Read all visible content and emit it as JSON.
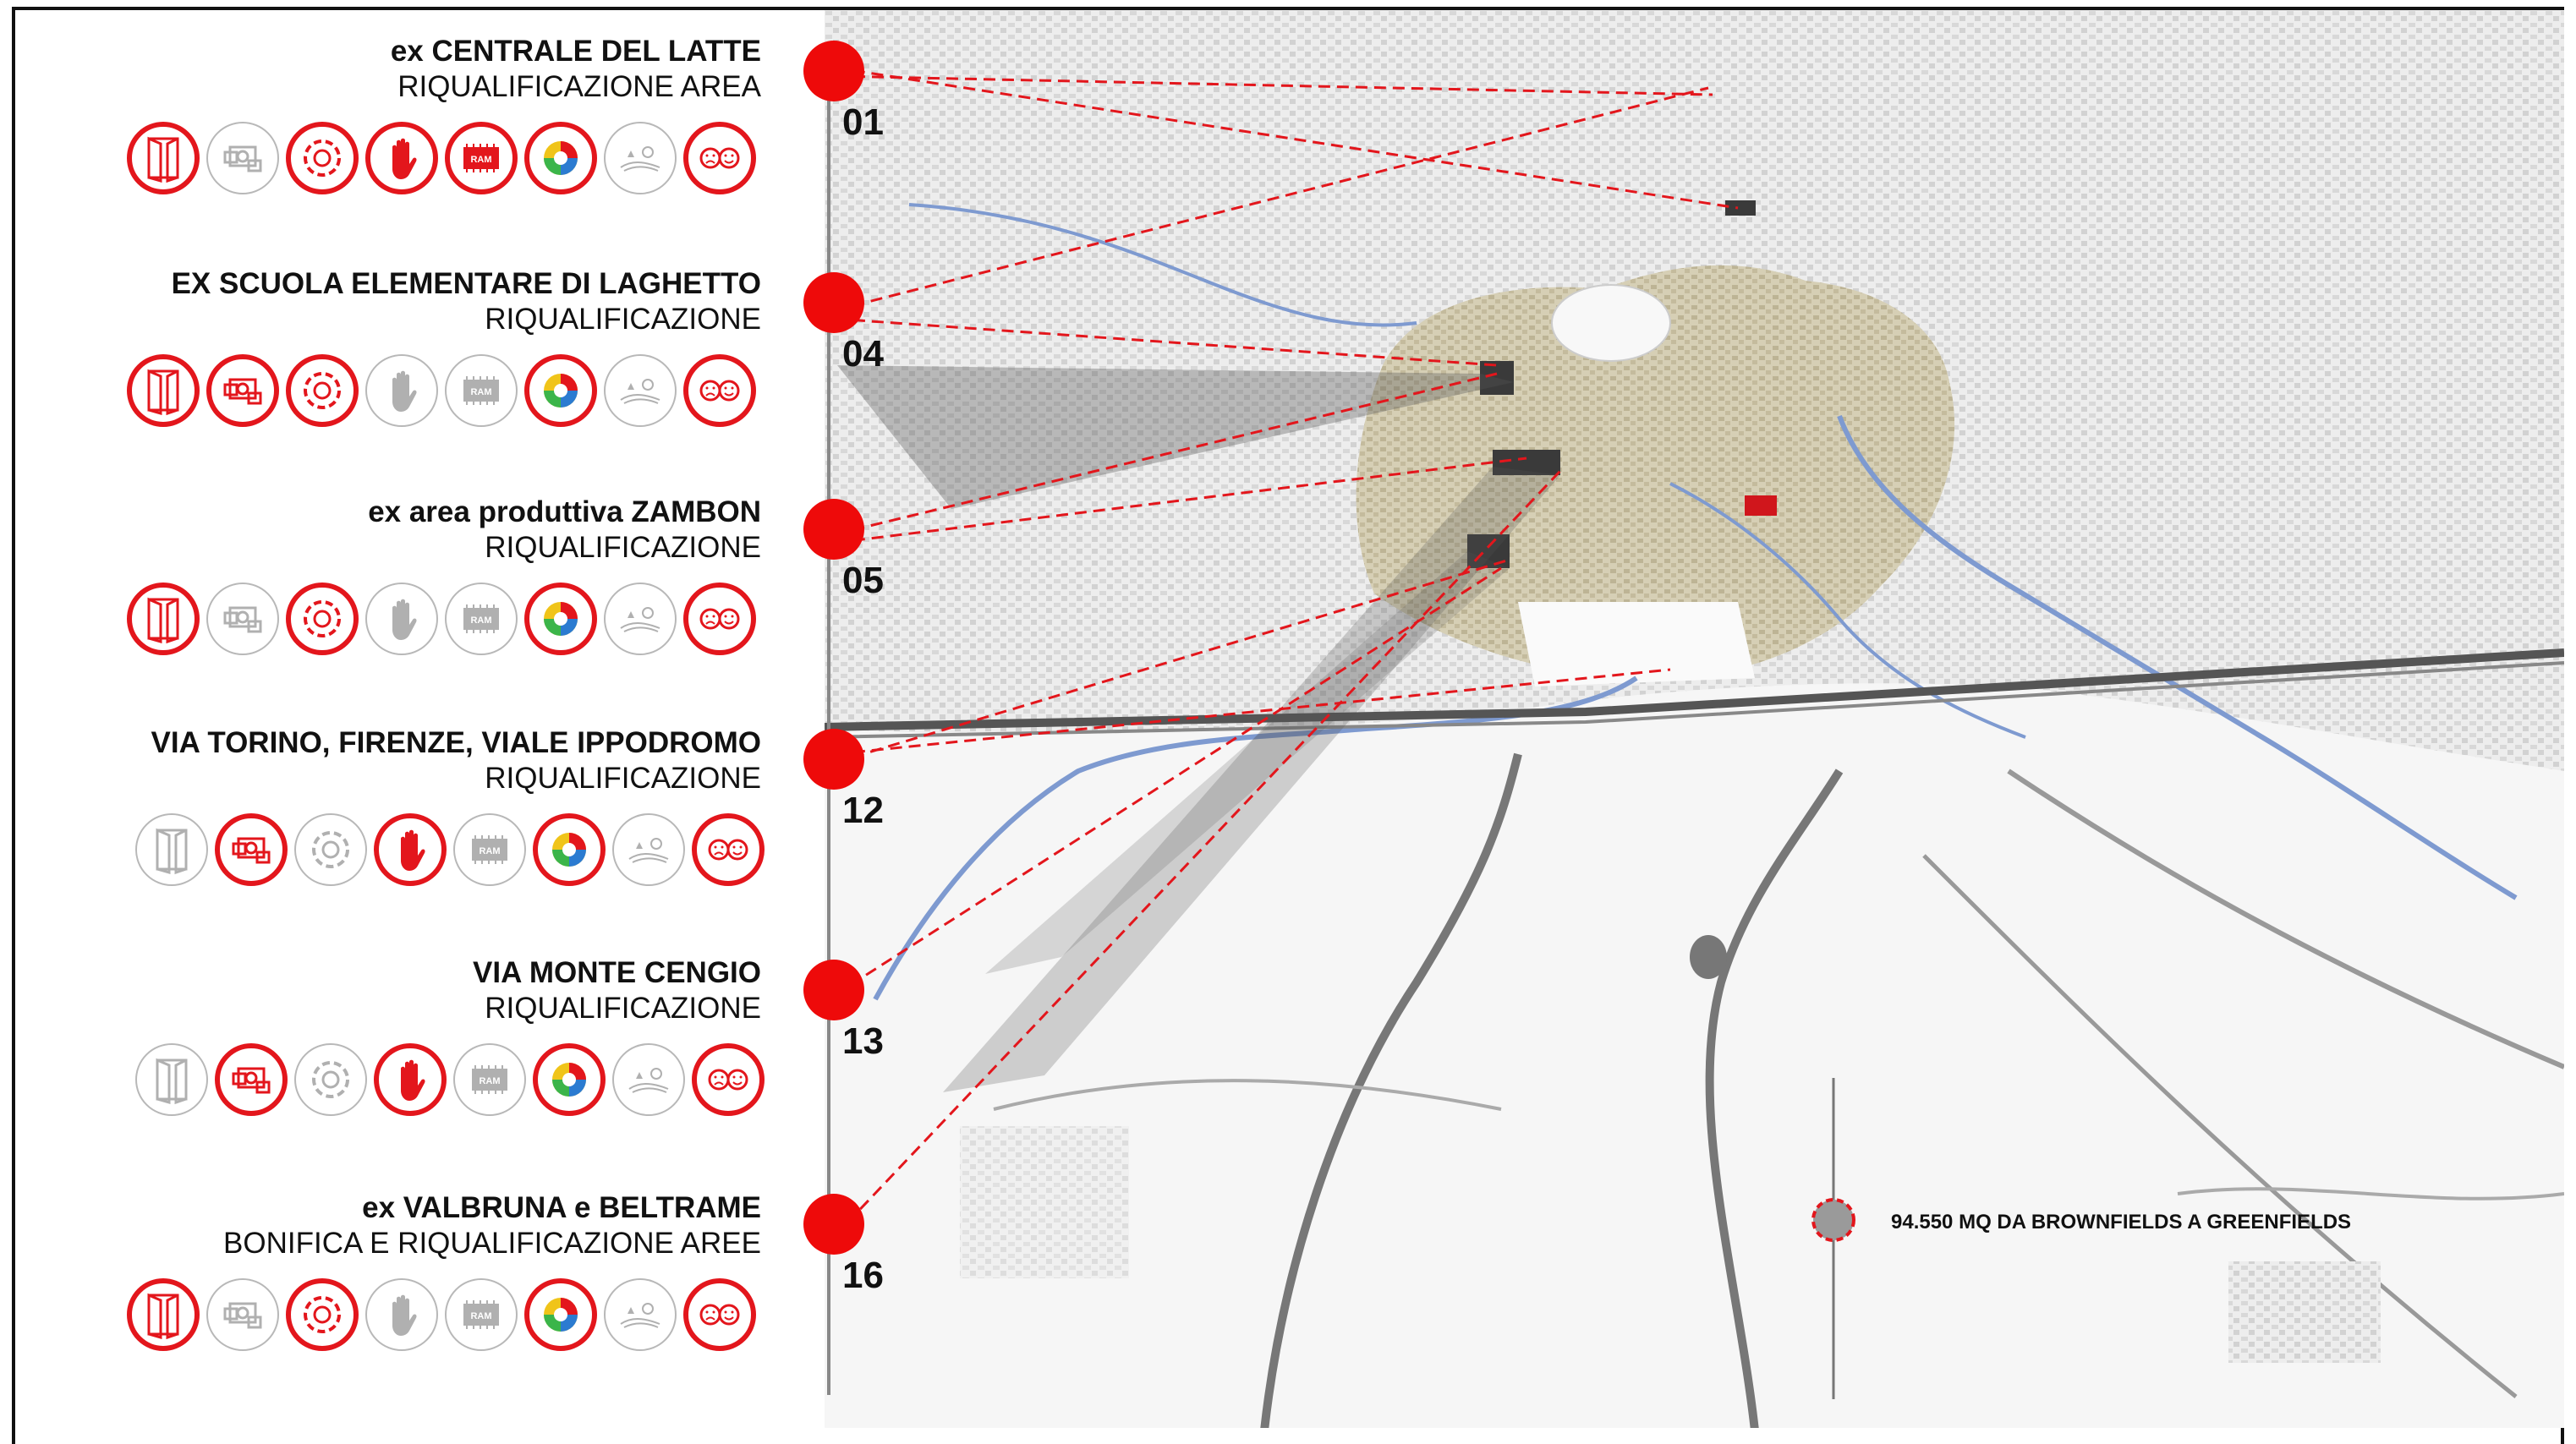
{
  "projects": [
    {
      "num": "01",
      "title": "ex CENTRALE DEL LATTE",
      "subtitle": "RIQUALIFICAZIONE AREA",
      "icons": [
        "door-icon",
        "photo-icon",
        "circle-arrows-icon",
        "hand-icon",
        "ram-icon",
        "color-wheel-icon",
        "landscape-icon",
        "faces-icon"
      ],
      "active": [
        true,
        false,
        true,
        true,
        true,
        true,
        false,
        true
      ]
    },
    {
      "num": "04",
      "title": "EX SCUOLA ELEMENTARE DI LAGHETTO",
      "subtitle": "RIQUALIFICAZIONE",
      "icons": [
        "door-icon",
        "photo-icon",
        "circle-arrows-icon",
        "hand-icon",
        "ram-icon",
        "color-wheel-icon",
        "landscape-icon",
        "faces-icon"
      ],
      "active": [
        true,
        true,
        true,
        false,
        false,
        true,
        false,
        true
      ]
    },
    {
      "num": "05",
      "title": "ex area produttiva ZAMBON",
      "subtitle": "RIQUALIFICAZIONE",
      "icons": [
        "door-icon",
        "photo-icon",
        "circle-arrows-icon",
        "hand-icon",
        "ram-icon",
        "color-wheel-icon",
        "landscape-icon",
        "faces-icon"
      ],
      "active": [
        true,
        false,
        true,
        false,
        false,
        true,
        false,
        true
      ]
    },
    {
      "num": "12",
      "title": "VIA TORINO, FIRENZE, VIALE IPPODROMO",
      "subtitle": "RIQUALIFICAZIONE",
      "icons": [
        "door-icon",
        "photo-icon",
        "circle-arrows-icon",
        "hand-icon",
        "ram-icon",
        "color-wheel-icon",
        "landscape-icon",
        "faces-icon"
      ],
      "active": [
        false,
        true,
        false,
        true,
        false,
        true,
        false,
        true
      ]
    },
    {
      "num": "13",
      "title": "VIA MONTE CENGIO",
      "subtitle": "RIQUALIFICAZIONE",
      "icons": [
        "door-icon",
        "photo-icon",
        "circle-arrows-icon",
        "hand-icon",
        "ram-icon",
        "color-wheel-icon",
        "landscape-icon",
        "faces-icon"
      ],
      "active": [
        false,
        true,
        false,
        true,
        false,
        true,
        false,
        true
      ]
    },
    {
      "num": "16",
      "title": "ex VALBRUNA e BELTRAME",
      "subtitle": "BONIFICA E RIQUALIFICAZIONE AREE",
      "icons": [
        "door-icon",
        "photo-icon",
        "circle-arrows-icon",
        "hand-icon",
        "ram-icon",
        "color-wheel-icon",
        "landscape-icon",
        "faces-icon"
      ],
      "active": [
        true,
        false,
        true,
        false,
        false,
        true,
        false,
        true
      ]
    }
  ],
  "legend": {
    "label": "94.550 MQ DA BROWNFIELDS A GREENFIELDS"
  },
  "colors": {
    "accent": "#e3161c",
    "marker": "#ee0a0a",
    "river": "#7e9ad0",
    "historic_center": "#c9c2a6",
    "inactive": "#b8b8b8"
  }
}
